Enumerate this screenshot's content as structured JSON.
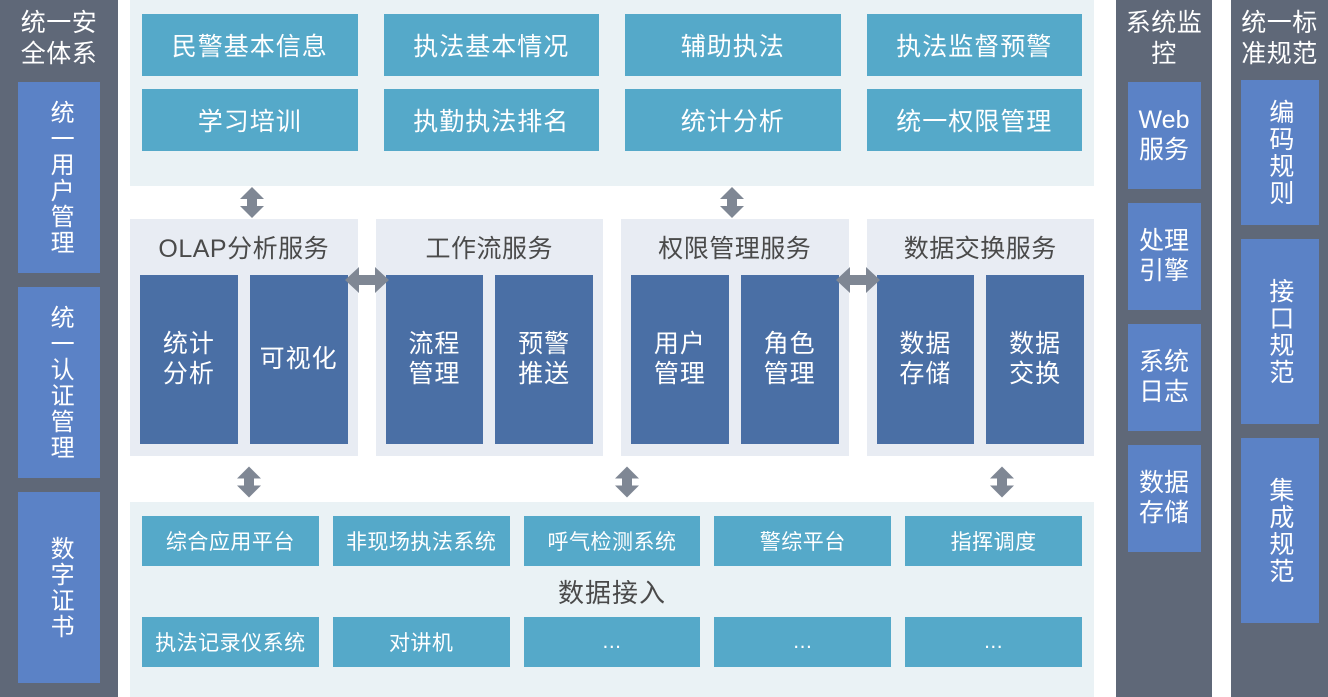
{
  "colors": {
    "sidebar_gray": "#5f6878",
    "sidebar_box_blue": "#5b82c6",
    "tile_teal": "#55a9c9",
    "service_box_blue": "#4a6fa5",
    "section_bg_light_blue": "#eaf2f5",
    "service_panel_bg": "#e8ecf3",
    "arrow_gray": "#7f8794"
  },
  "sidebar_left": {
    "title": "统一安全体系",
    "items": [
      {
        "label": "统一用户管理"
      },
      {
        "label": "统一认证管理"
      },
      {
        "label": "数字证书"
      }
    ]
  },
  "application_layer": {
    "rows": [
      [
        {
          "label": "民警基本信息"
        },
        {
          "label": "执法基本情况"
        },
        {
          "label": "辅助执法"
        },
        {
          "label": "执法监督预警"
        }
      ],
      [
        {
          "label": "学习培训"
        },
        {
          "label": "执勤执法排名"
        },
        {
          "label": "统计分析"
        },
        {
          "label": "统一权限管理"
        }
      ]
    ]
  },
  "service_layer": {
    "panels": [
      {
        "title": "OLAP分析服务",
        "boxes": [
          {
            "line1": "统计",
            "line2": "分析"
          },
          {
            "line1": "可视化",
            "line2": ""
          }
        ]
      },
      {
        "title": "工作流服务",
        "boxes": [
          {
            "line1": "流程",
            "line2": "管理"
          },
          {
            "line1": "预警",
            "line2": "推送"
          }
        ]
      },
      {
        "title": "权限管理服务",
        "boxes": [
          {
            "line1": "用户",
            "line2": "管理"
          },
          {
            "line1": "角色",
            "line2": "管理"
          }
        ]
      },
      {
        "title": "数据交换服务",
        "boxes": [
          {
            "line1": "数据",
            "line2": "存储"
          },
          {
            "line1": "数据",
            "line2": "交换"
          }
        ]
      }
    ]
  },
  "data_layer": {
    "label": "数据接入",
    "row_top": [
      {
        "label": "综合应用平台"
      },
      {
        "label": "非现场执法系统"
      },
      {
        "label": "呼气检测系统"
      },
      {
        "label": "警综平台"
      },
      {
        "label": "指挥调度"
      }
    ],
    "row_bottom": [
      {
        "label": "执法记录仪系统"
      },
      {
        "label": "对讲机"
      },
      {
        "label": "..."
      },
      {
        "label": "..."
      },
      {
        "label": "..."
      }
    ]
  },
  "col_monitor": {
    "title": "系统监控",
    "items": [
      {
        "line1": "Web",
        "line2": "服务"
      },
      {
        "line1": "处理",
        "line2": "引擎"
      },
      {
        "line1": "系统",
        "line2": "日志"
      },
      {
        "line1": "数据",
        "line2": "存储"
      }
    ]
  },
  "col_standard": {
    "title": "统一标准规范",
    "items": [
      {
        "label": "编码规则"
      },
      {
        "label": "接口规范"
      },
      {
        "label": "集成规范"
      }
    ]
  },
  "arrows": {
    "vertical_icon": "double-arrow-vertical-icon",
    "horizontal_icon": "double-arrow-horizontal-icon"
  }
}
